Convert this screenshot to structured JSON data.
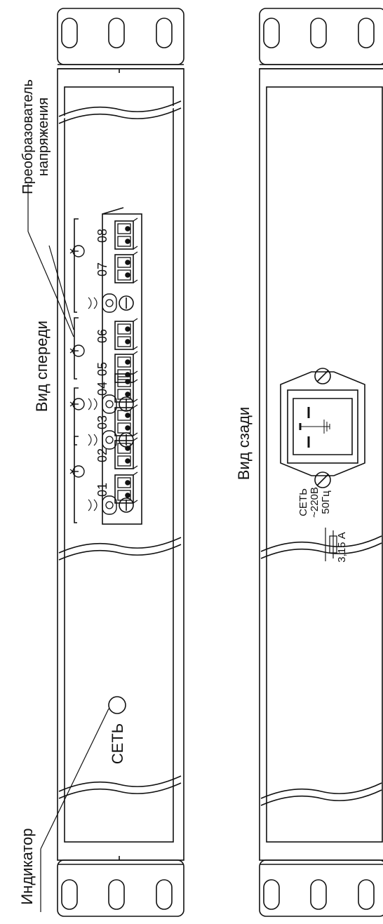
{
  "front": {
    "title": "Вид спереди",
    "indicator_label": "Индикатор",
    "power_label": "СЕТЬ",
    "converter_label_line1": "Преобразователь",
    "converter_label_line2": "напряжения",
    "channels": [
      "01",
      "02",
      "03",
      "04",
      "05",
      "06",
      "07",
      "08"
    ]
  },
  "rear": {
    "title": "Вид сзади",
    "mains_line1": "СЕТЬ",
    "mains_line2": "~220В",
    "mains_line3": "50Гц",
    "fuse_label": "3,15 А"
  }
}
